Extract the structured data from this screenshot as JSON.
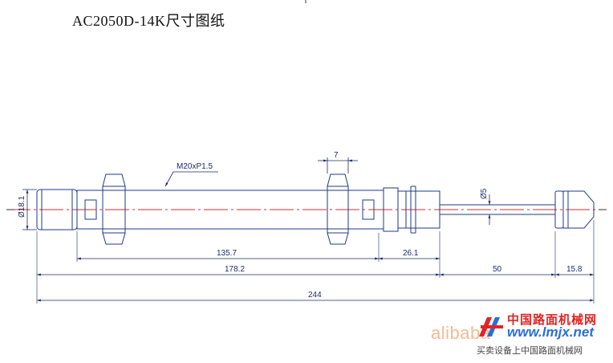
{
  "title": "AC2050D-14K尺寸图纸",
  "callouts": {
    "thread": "M20xP1.5",
    "nut_width": "7",
    "rod_dia": "Ø5",
    "body_dia": "Ø18.1"
  },
  "dimensions": {
    "d135": "135.7",
    "d26": "26.1",
    "d178": "178.2",
    "d50": "50",
    "d15": "15.8",
    "d244": "244"
  },
  "watermark": {
    "alibaba": "alibaba",
    "cn_name": "中国路面机械网",
    "url": "www.lmjx.net",
    "subtitle": "买卖设备上中国路面机械网"
  },
  "colors": {
    "outline": "#1f3a8a",
    "centerline": "#d32f2f",
    "dim_line": "#1a2a6c"
  }
}
